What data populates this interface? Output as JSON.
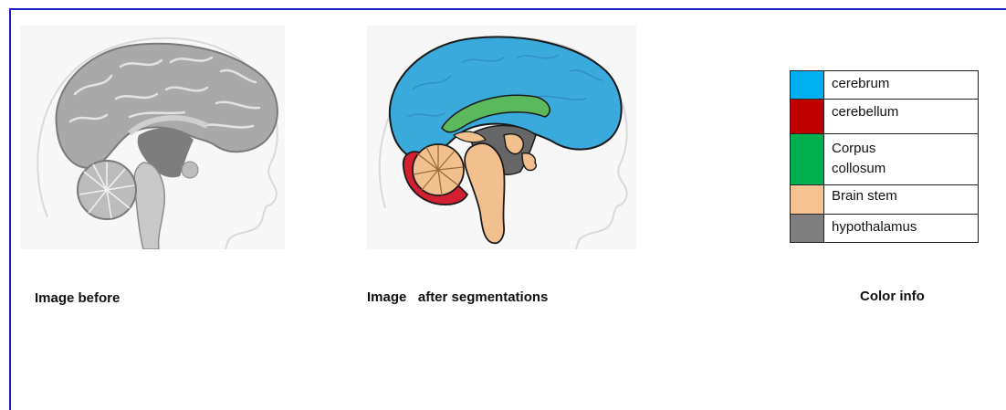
{
  "captions": {
    "before": "Image before",
    "after": "Image   after segmentations",
    "color_info": "Color info"
  },
  "legend": [
    {
      "label": "cerebrum",
      "color": "#00aff0"
    },
    {
      "label": "cerebellum",
      "color": "#c00000"
    },
    {
      "label": "Corpus\ncollosum",
      "color": "#00b050"
    },
    {
      "label": "Brain stem",
      "color": "#f8c393"
    },
    {
      "label": "hypothalamus",
      "color": "#7f7f7f"
    }
  ],
  "colors": {
    "frame": "#1c1cc8",
    "gray_brain": "#b3b3b3",
    "cerebrum": "#3aa9dc",
    "cerebellum": "#d32030",
    "corpus_collosum": "#5cb85c",
    "brain_stem": "#f2c08f",
    "hypothalamus": "#666666"
  }
}
